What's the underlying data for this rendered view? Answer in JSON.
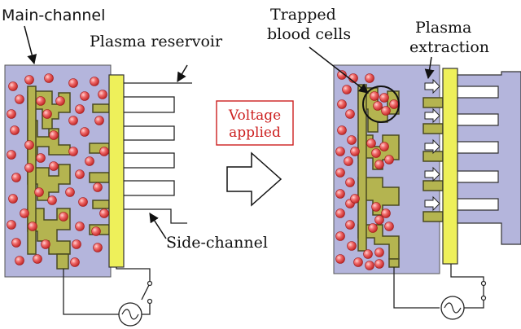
{
  "labels": {
    "main_channel": "Main-channel",
    "plasma_reservoir": "Plasma reservoir",
    "side_channel": "Side-channel",
    "trapped_line1": "Trapped",
    "trapped_line2": "blood cells",
    "plasma_line1": "Plasma",
    "plasma_line2": "extraction",
    "voltage_line1": "Voltage",
    "voltage_line2": "applied"
  },
  "colors": {
    "channel": "#b4b5dc",
    "electrode": "#b4b450",
    "electrode_edge": "#4a4a20",
    "bus": "#eef05a",
    "cell": "#e84a4a",
    "voltage_text": "#cc1f1f"
  },
  "icons": {
    "flow_arrow": "right-arrow-icon",
    "ac_source": "ac-source-icon",
    "switch": "switch-icon"
  }
}
